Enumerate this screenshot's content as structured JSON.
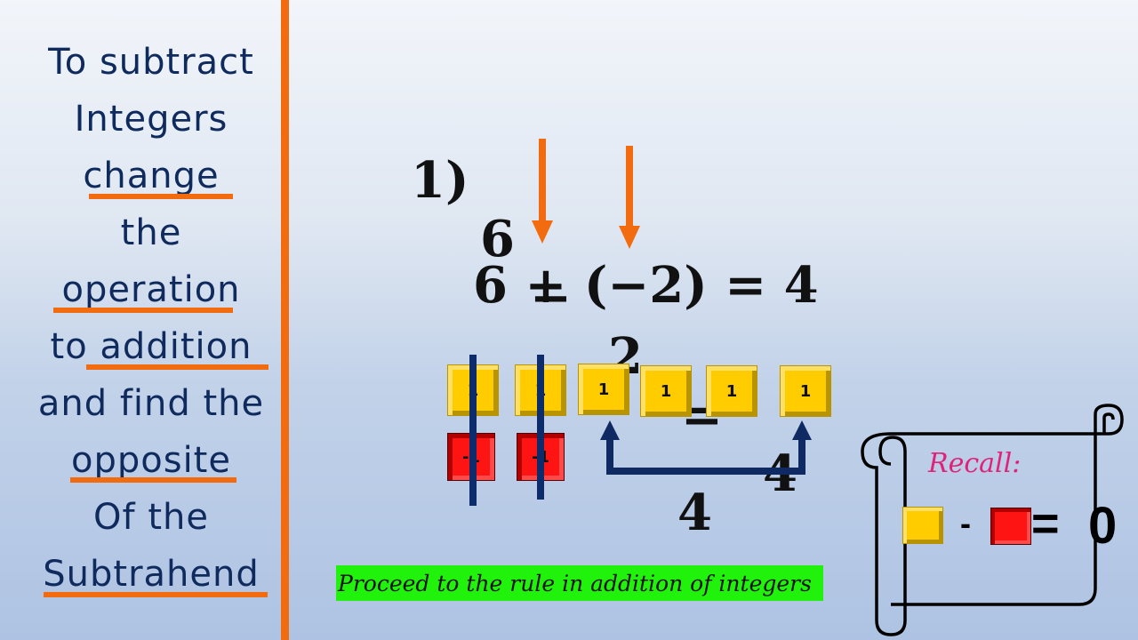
{
  "rule_panel": {
    "lines": [
      {
        "text": "To subtract",
        "underlined": false
      },
      {
        "text": "Integers",
        "underlined": false
      },
      {
        "text": "change",
        "underlined": true
      },
      {
        "text": "the",
        "underlined": false
      },
      {
        "text": "operation",
        "underlined": true
      },
      {
        "pre": "to ",
        "text": "addition",
        "underlined": true
      },
      {
        "text": "and find the",
        "underlined": false
      },
      {
        "text": "opposite",
        "underlined": true
      },
      {
        "text": "Of the",
        "underlined": false
      },
      {
        "text": "Subtrahend",
        "underlined": true
      }
    ],
    "underline_color": "#f36b0f",
    "text_color": "#0f2a5c"
  },
  "problem": {
    "label": "1)",
    "original": {
      "minuend": "6",
      "operator": "−",
      "subtrahend": "2",
      "equals": "=",
      "result": "4"
    },
    "rewritten": {
      "text": "6 + (−2) = 4"
    }
  },
  "tiles": {
    "positive_label": "1",
    "negative_label": "-1",
    "positive_count": 6,
    "negative_count": 2,
    "zero_pairs_cancelled": 2,
    "remaining_label": "4"
  },
  "banner": {
    "text": "Proceed to the rule in addition of integers",
    "color": "#21f20c"
  },
  "recall": {
    "title": "Recall:",
    "minus": "-",
    "equals": "=",
    "result": "0",
    "title_color": "#e0237a"
  },
  "colors": {
    "accent_orange": "#f36b0f",
    "navy": "#0f2a63",
    "tile_yellow": "#ffcc00",
    "tile_red": "#ff1414"
  }
}
